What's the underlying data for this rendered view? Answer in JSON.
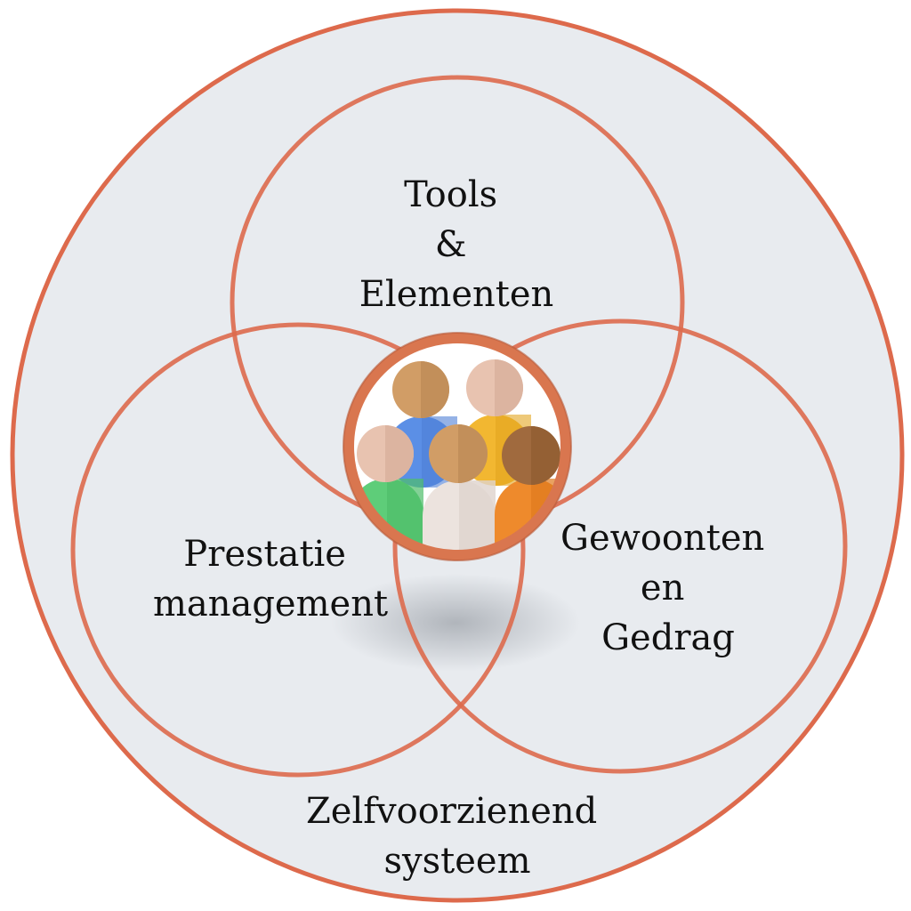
{
  "diagram": {
    "outer_label": [
      "Zelfvoorzienend",
      "systeem"
    ],
    "circles": {
      "top": {
        "label": [
          "Tools",
          "&",
          "Elementen"
        ]
      },
      "left": {
        "label": [
          "Prestatie",
          "management"
        ]
      },
      "right": {
        "label": [
          "Gewoonten",
          "en",
          "Gedrag"
        ]
      }
    },
    "center_icon": "people-group-icon"
  },
  "colors": {
    "ring": "#dd6a4c",
    "fill": "#e8ebef",
    "center_ring": "#d9764f",
    "skin_light": "#e8c3b0",
    "skin_mid": "#d19d66",
    "skin_dark": "#a06a3e",
    "shirt_blue": "#5b8fe6",
    "shirt_yellow": "#f2b731",
    "shirt_green": "#5ecd79",
    "shirt_white": "#ece3de",
    "shirt_orange": "#ee8a2c"
  }
}
